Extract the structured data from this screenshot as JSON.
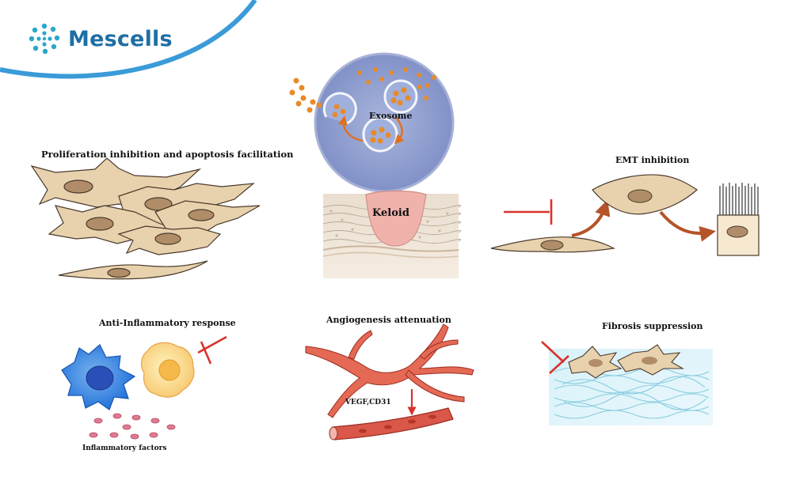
{
  "brand": {
    "name": "Mescells",
    "logo_icon": "cell-cluster-logo-icon",
    "accent": "#1f6fa6"
  },
  "center": {
    "exosome_label": "Exosome",
    "keloid_label": "Keloid"
  },
  "panels": {
    "proliferation": {
      "title": "Proliferation inhibition and apoptosis facilitation"
    },
    "emt": {
      "title": "EMT inhibition"
    },
    "inflammation": {
      "title": "Anti-Inflammatory response",
      "factors_label": "Inflammatory factors"
    },
    "angiogenesis": {
      "title": "Angiogenesis attenuation",
      "marker_label": "VEGF,CD31"
    },
    "fibrosis": {
      "title": "Fibrosis suppression"
    }
  },
  "colors": {
    "inhibit_red": "#d9322b",
    "arrow_brown": "#b5532a",
    "cell_fill": "#e8d2ae",
    "nucleus_fill": "#b08d68",
    "exosome_orange": "#e88a2a",
    "cell_blue": "#8f9fcf",
    "vessel_red": "#d9584a"
  }
}
